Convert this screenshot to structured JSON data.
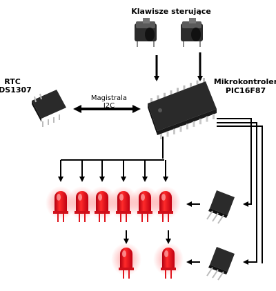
{
  "labels": {
    "buttons": "Klawisze sterujące",
    "mcu_line1": "Mikrokontroler",
    "mcu_line2": "PIC16F87",
    "rtc_line1": "RTC",
    "rtc_line2": "DS1307",
    "bus_line1": "Magistrala",
    "bus_line2": "I2C"
  },
  "colors": {
    "led_red": "#e8141c",
    "chip_body": "#2a2a2a",
    "wire": "#000000"
  },
  "components": {
    "buttons_count": 2,
    "upper_leds_count": 6,
    "lower_leds_count": 2,
    "transistors_count": 2
  }
}
